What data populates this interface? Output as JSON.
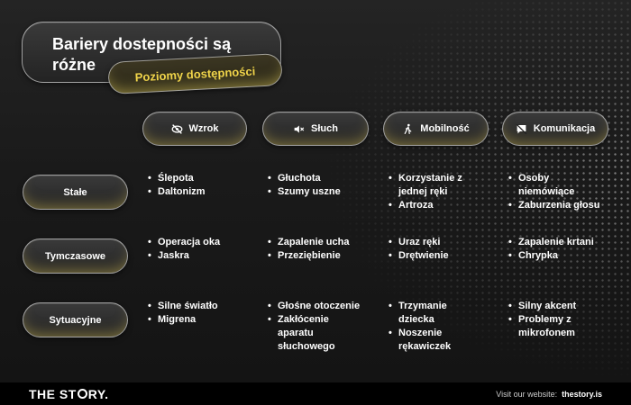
{
  "title": "Bariery dostepności są różne",
  "subtitle": "Poziomy dostępności",
  "columns": [
    {
      "label": "Wzrok",
      "icon": "eye-off-icon"
    },
    {
      "label": "Słuch",
      "icon": "speaker-mute-icon"
    },
    {
      "label": "Mobilność",
      "icon": "walking-person-icon"
    },
    {
      "label": "Komunikacja",
      "icon": "message-off-icon"
    }
  ],
  "rows": [
    {
      "label": "Stałe",
      "cells": [
        [
          "Ślepota",
          "Daltonizm"
        ],
        [
          "Głuchota",
          "Szumy uszne"
        ],
        [
          "Korzystanie z jednej ręki",
          "Artroza"
        ],
        [
          "Osoby niemówiące",
          "Zaburzenia głosu"
        ]
      ]
    },
    {
      "label": "Tymczasowe",
      "cells": [
        [
          "Operacja oka",
          "Jaskra"
        ],
        [
          "Zapalenie ucha",
          "Przeziębienie"
        ],
        [
          "Uraz ręki",
          "Drętwienie"
        ],
        [
          "Zapalenie krtani",
          "Chrypka"
        ]
      ]
    },
    {
      "label": "Sytuacyjne",
      "cells": [
        [
          "Silne światło",
          "Migrena"
        ],
        [
          "Głośne otoczenie",
          "Zakłócenie aparatu słuchowego"
        ],
        [
          "Trzymanie dziecka",
          "Noszenie rękawiczek"
        ],
        [
          "Silny akcent",
          "Problemy z mikrofonem"
        ]
      ]
    }
  ],
  "footer": {
    "logo_left": "THE ST",
    "logo_right": "RY.",
    "visit_label": "Visit our website:",
    "website": "thestory.is"
  },
  "colors": {
    "accent": "#f0d44a",
    "background": "#1a1a1a"
  }
}
